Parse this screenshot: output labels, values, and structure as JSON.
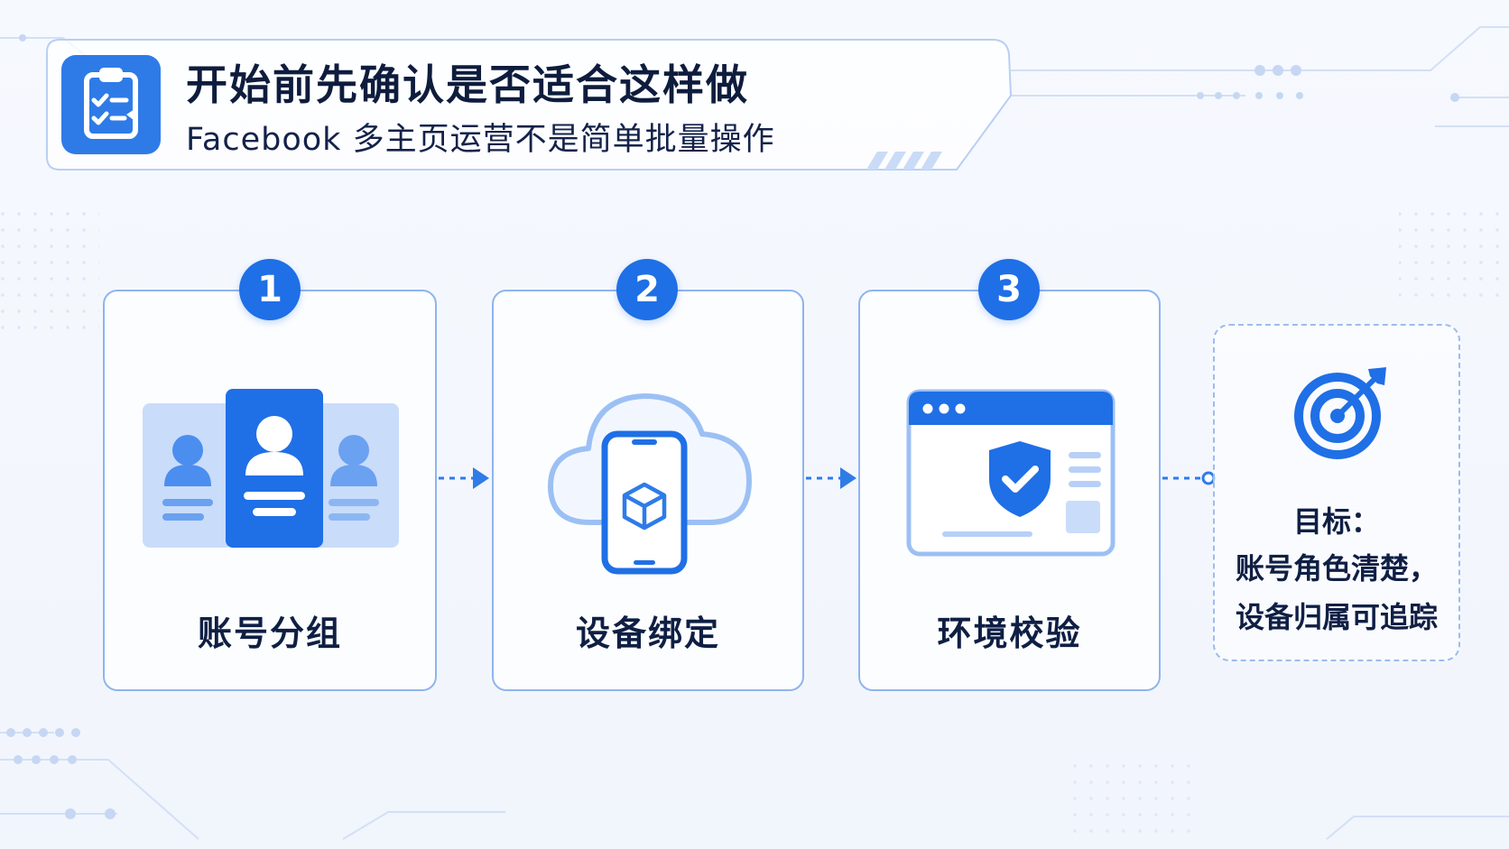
{
  "header": {
    "title": "开始前先确认是否适合这样做",
    "subtitle": "Facebook 多主页运营不是简单批量操作",
    "icon": "clipboard-checklist-icon"
  },
  "steps": [
    {
      "number": "1",
      "label": "账号分组",
      "icon": "account-group-icon"
    },
    {
      "number": "2",
      "label": "设备绑定",
      "icon": "cloud-phone-icon"
    },
    {
      "number": "3",
      "label": "环境校验",
      "icon": "browser-shield-icon"
    }
  ],
  "goal": {
    "heading": "目标：",
    "lines": [
      "账号角色清楚，",
      "设备归属可追踪"
    ],
    "icon": "target-arrow-icon"
  },
  "colors": {
    "primary": "#1f6fe6",
    "light": "#c9dcfa",
    "mid": "#6aa1f0",
    "border": "#8fb4ee",
    "text": "#0f1f44"
  }
}
